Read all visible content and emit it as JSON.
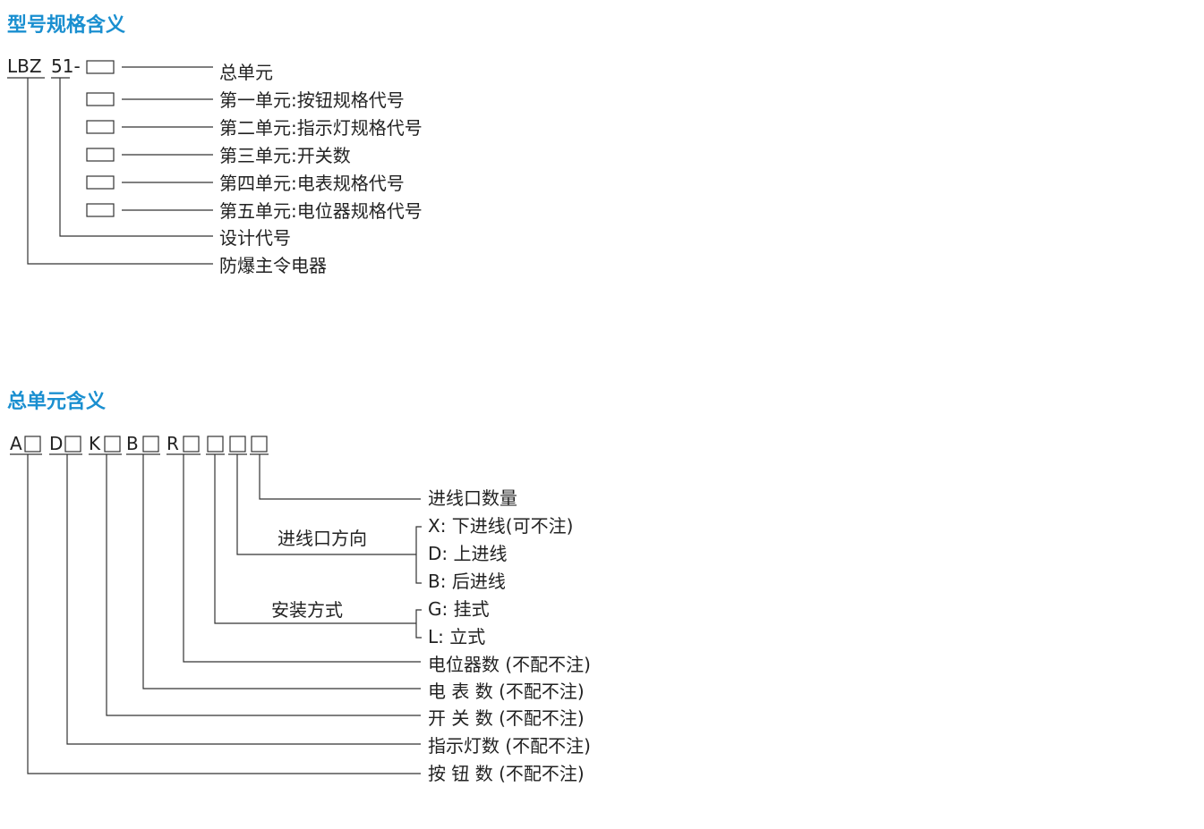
{
  "colors": {
    "heading": "#1a8fd0",
    "text": "#222222",
    "line": "#333333"
  },
  "section_model": {
    "heading": "型号规格含义",
    "code_prefix": "LBZ",
    "code_mid": "51-",
    "items": [
      "总单元",
      "第一单元:按钮规格代号",
      "第二单元:指示灯规格代号",
      "第三单元:开关数",
      "第四单元:电表规格代号",
      "第五单元:电位器规格代号"
    ],
    "design_code": "设计代号",
    "product": "防爆主令电器"
  },
  "section_total": {
    "heading": "总单元含义",
    "letters": [
      "A",
      "D",
      "K",
      "B",
      "R"
    ],
    "entry_count": "进线口数量",
    "entry_direction": {
      "title": "进线口方向",
      "options": [
        "X: 下进线(可不注)",
        "D: 上进线",
        "B: 后进线"
      ]
    },
    "mounting": {
      "title": "安装方式",
      "options": [
        "G: 挂式",
        "L: 立式"
      ]
    },
    "counts": [
      "电位器数 (不配不注)",
      "电 表 数 (不配不注)",
      "开 关 数 (不配不注)",
      "指示灯数 (不配不注)",
      "按 钮 数 (不配不注)"
    ]
  }
}
